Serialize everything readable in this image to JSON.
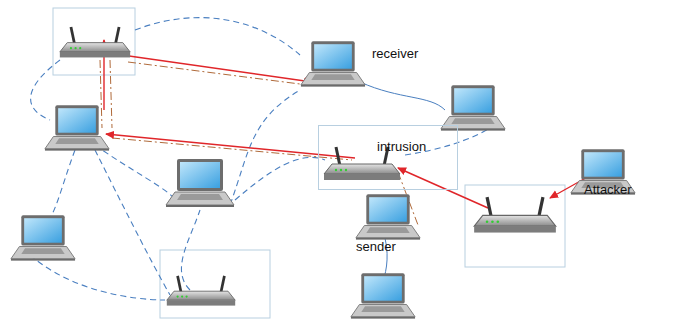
{
  "diagram": {
    "nodes": [
      {
        "text": [
          "intrusion"
        ]
      }
    ],
    "labels": [
      "receiver",
      "sender",
      "Attacker"
    ]
  }
}
